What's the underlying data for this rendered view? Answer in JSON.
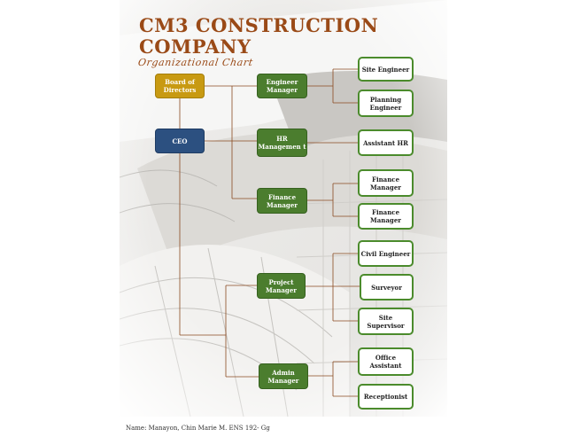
{
  "title_line1": "CM3 CONSTRUCTION",
  "title_line2": "COMPANY",
  "subtitle": "Organizational Chart",
  "boxes": {
    "board": "Board of Directors",
    "ceo": "CEO",
    "engineer_manager": "Engineer Manager",
    "hr_management": "HR Managemen t",
    "finance_manager_mid": "Finance Manager",
    "project_manager": "Project Manager",
    "admin_manager": "Admin Manager",
    "site_engineer": "Site Engineer",
    "planning_engineer": "Planning Engineer",
    "assistant_hr": "Assistant HR",
    "finance_manager_1": "Finance Manager",
    "finance_manager_2": "Finance Manager",
    "civil_engineer": "Civil Engineer",
    "surveyor": "Surveyor",
    "site_supervisor": "Site Supervisor",
    "office_assistant": "Office Assistant",
    "receptionist": "Receptionist"
  },
  "footer": "Name: Manayon, Chin Marie M. ENS 192- Gg",
  "colors": {
    "title": "#9a4a17",
    "gold_box": "#c89a12",
    "navy_box": "#2c5080",
    "green_box": "#4b7d2e",
    "white_box_border": "#4b8b2c",
    "connector": "#8a4a20"
  }
}
